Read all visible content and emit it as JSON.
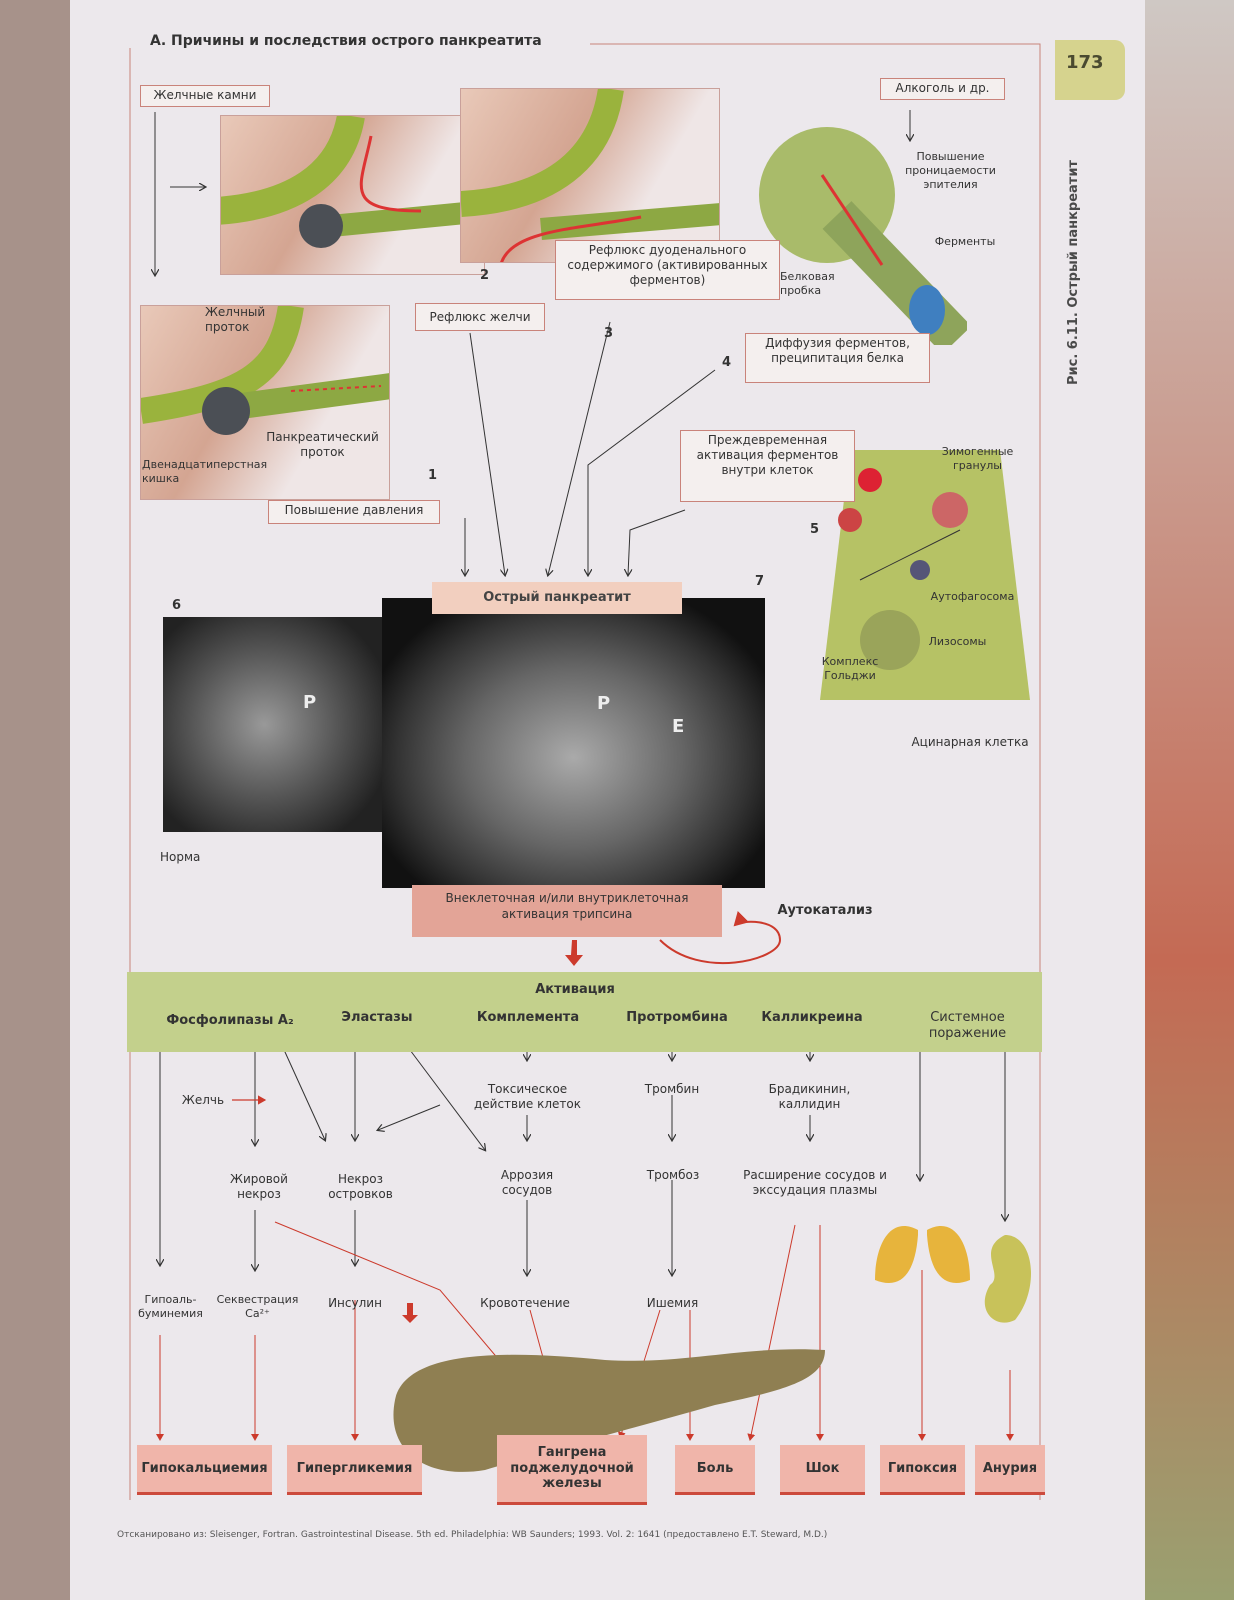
{
  "page_number": "173",
  "figure_label": "Рис. 6.11. Острый панкреатит",
  "panel_title": "А. Причины и последствия острого панкреатита",
  "top_labels": {
    "gallstones": "Желчные камни",
    "alcohol": "Алкоголь и др.",
    "increased_permeability": "Повышение проницаемости эпителия",
    "enzymes": "Ферменты",
    "protein_plug": "Белковая пробка",
    "bile_duct": "Желчный проток",
    "pancreatic_duct": "Панкреатический проток",
    "duodenum": "Двенадцатиперстная кишка",
    "zymogen_granules": "Зимогенные гранулы",
    "autophagosome": "Аутофагосома",
    "lysosomes": "Лизосомы",
    "golgi": "Комплекс Гольджи",
    "acinar_cell": "Ацинарная клетка",
    "norm": "Норма"
  },
  "causes": [
    {
      "num": "1",
      "label": "Повышение давления"
    },
    {
      "num": "2",
      "label": "Рефлюкс желчи"
    },
    {
      "num": "3",
      "label": "Рефлюкс дуоденального содержимого (активированных ферментов)"
    },
    {
      "num": "4",
      "label": "Диффузия ферментов, преципитация белка"
    },
    {
      "num": "5",
      "label": "Преждевременная активация ферментов внутри клеток"
    }
  ],
  "ct": {
    "num_norm": "6",
    "num_acute": "7",
    "p": "P",
    "e": "E"
  },
  "central": "Острый панкреатит",
  "trypsin": "Внеклеточная и/или внутриклеточная активация трипсина",
  "autocatalysis": "Аутокатализ",
  "band": {
    "activation": "Активация",
    "phospholipase": "Фосфолипазы A₂",
    "elastase": "Эластазы",
    "complement": "Комплемента",
    "prothrombin": "Протромбина",
    "kallikrein": "Калликреина",
    "systemic": "Системное поражение"
  },
  "mid": {
    "bile": "Желчь",
    "toxic": "Токсическое действие клеток",
    "thrombin": "Тромбин",
    "bradykinin": "Брадикинин, каллидин",
    "fat_necrosis": "Жировой некроз",
    "islet_necrosis": "Некроз островков",
    "erosion": "Аррозия сосудов",
    "thrombosis": "Тромбоз",
    "vasodilation": "Расширение сосудов и экссудация плазмы",
    "hypoalb": "Гипоаль-буминемия",
    "sequestration": "Секвестрация Ca²⁺",
    "insulin": "Инсулин",
    "bleeding": "Кровотечение",
    "ischemia": "Ишемия"
  },
  "outcomes": [
    "Гипокальциемия",
    "Гипергликемия",
    "Гангрена поджелудочной железы",
    "Боль",
    "Шок",
    "Гипоксия",
    "Анурия"
  ],
  "footnote": "Отсканировано из: Sleisenger, Fortran. Gastrointestinal Disease. 5th ed. Philadelphia: WB Saunders; 1993. Vol. 2: 1641 (предоставлено E.T. Steward, M.D.)"
}
